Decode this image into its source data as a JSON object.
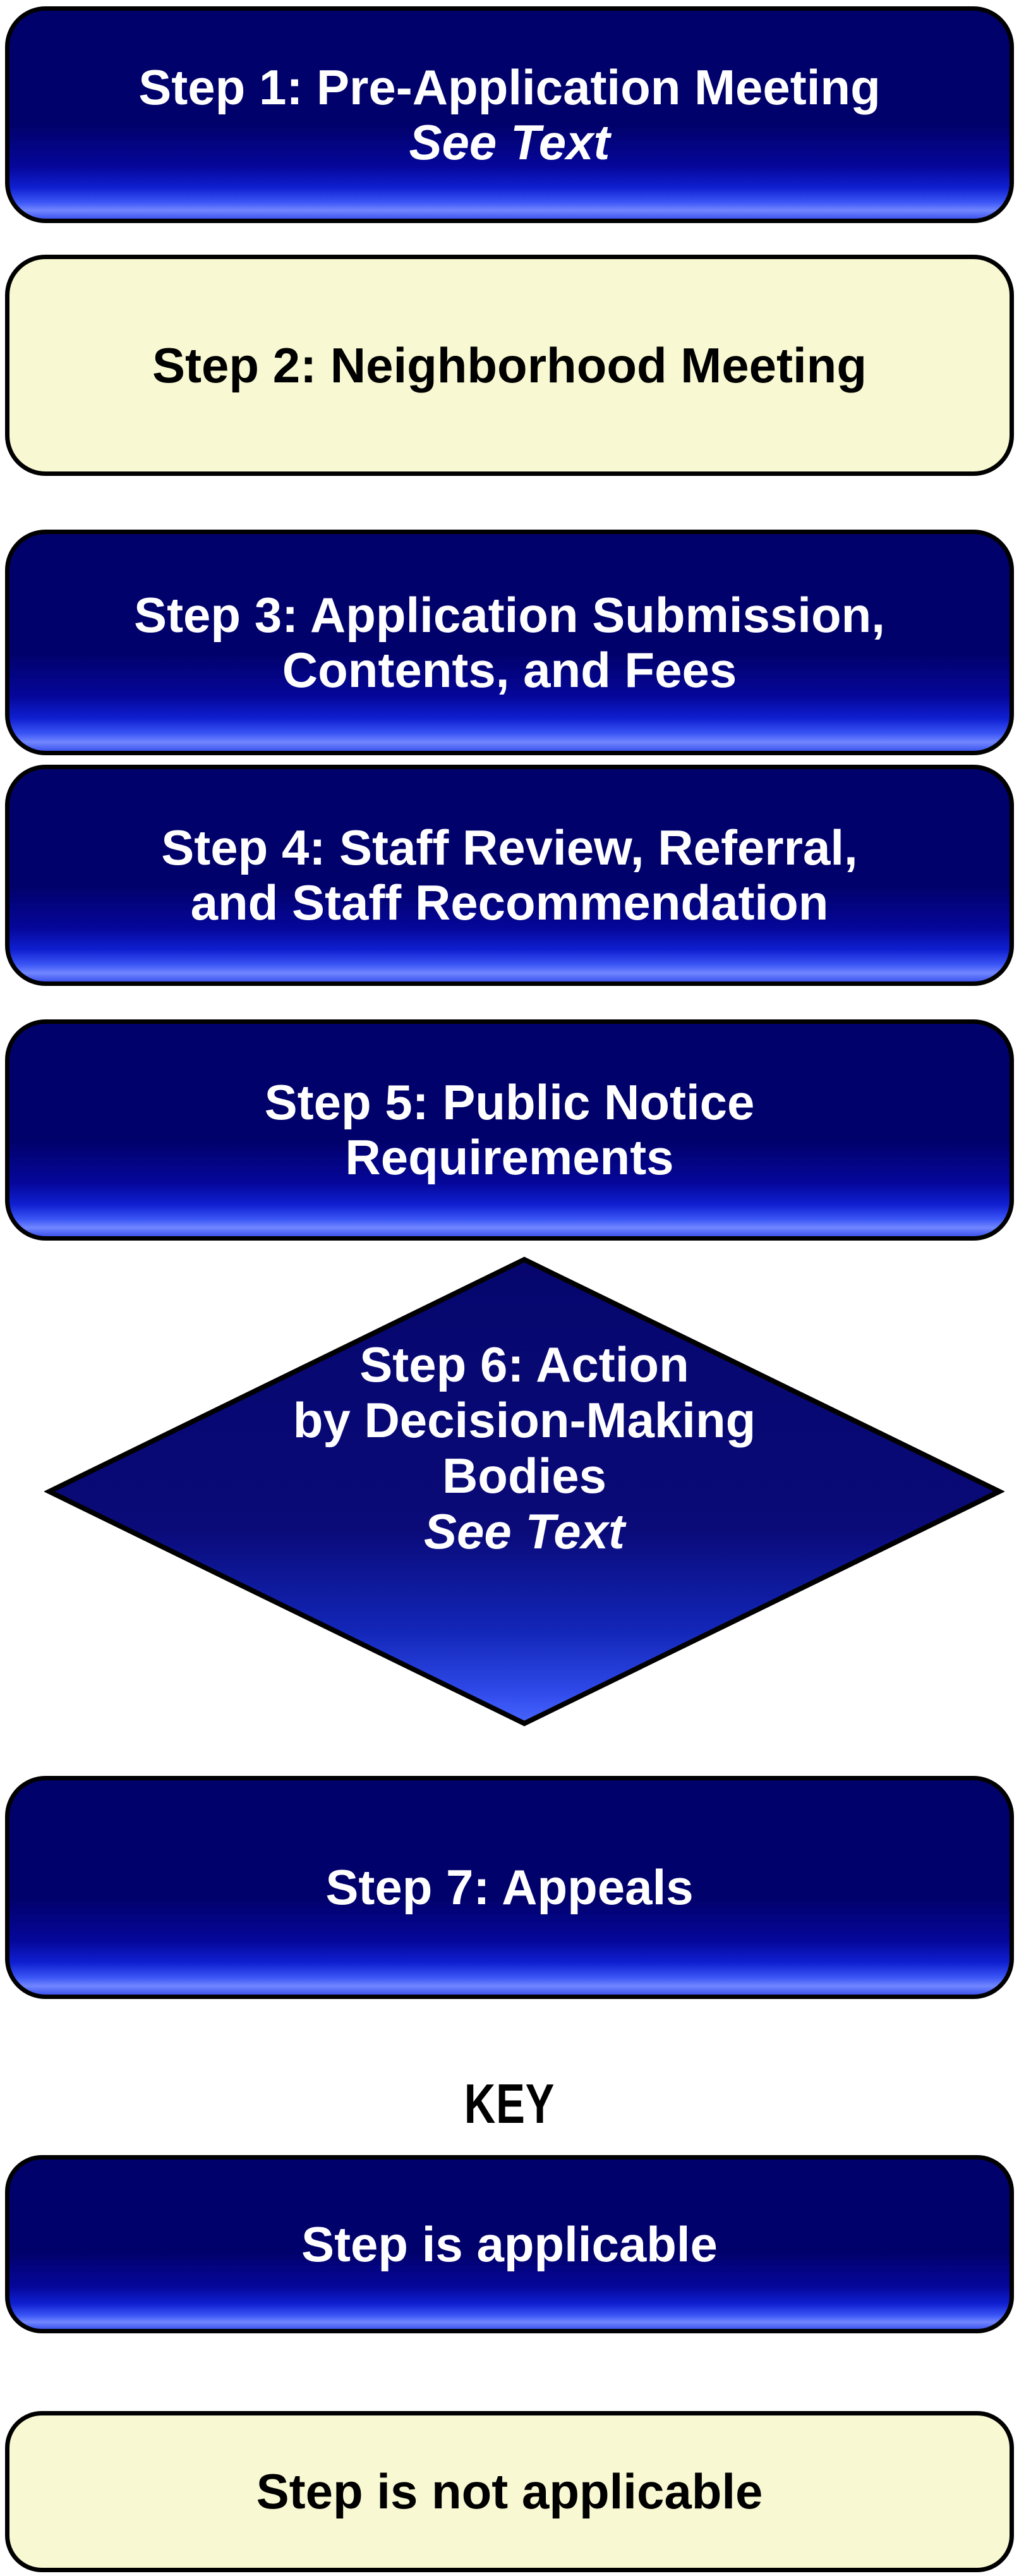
{
  "flowchart": {
    "step1": {
      "line1": "Step 1: Pre-Application Meeting",
      "line2": "See Text"
    },
    "step2": {
      "line1": "Step 2: Neighborhood Meeting"
    },
    "step3": {
      "line1": "Step 3: Application Submission,",
      "line2": "Contents, and Fees"
    },
    "step4": {
      "line1": "Step 4: Staff Review, Referral,",
      "line2": "and Staff Recommendation"
    },
    "step5": {
      "line1": "Step 5: Public Notice",
      "line2": "Requirements"
    },
    "step6": {
      "line1": "Step 6: Action",
      "line2": "by Decision-Making",
      "line3": "Bodies",
      "line4": "See Text"
    },
    "step7": {
      "line1": "Step 7: Appeals"
    }
  },
  "key": {
    "heading": "KEY",
    "applicable_label": "Step is applicable",
    "not_applicable_label": "Step is not applicable"
  },
  "colors": {
    "navy": "#01016b",
    "gradient_bright_blue": "#3e55ee",
    "gradient_light_blue": "#7186ff",
    "cream": "#f8f8d2",
    "border": "#000000",
    "text_light": "#ffffff",
    "text_dark": "#000000"
  }
}
